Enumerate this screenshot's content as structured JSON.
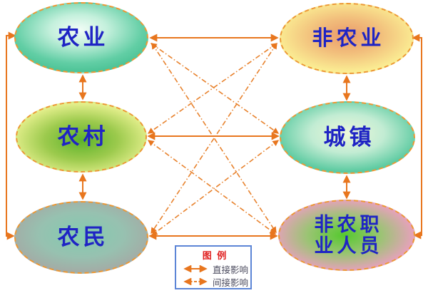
{
  "diagram": {
    "nodes": {
      "agriculture": {
        "label": "农业"
      },
      "non_agriculture": {
        "label": "非农业"
      },
      "rural": {
        "label": "农村"
      },
      "town": {
        "label": "城镇"
      },
      "farmers": {
        "label": "农民"
      },
      "non_farm_personnel": {
        "label_line1": "非农职",
        "label_line2": "业人员"
      }
    },
    "edges": {
      "direct": [
        [
          "agriculture",
          "non_agriculture"
        ],
        [
          "rural",
          "town"
        ],
        [
          "farmers",
          "non_farm_personnel"
        ],
        [
          "agriculture",
          "rural"
        ],
        [
          "rural",
          "farmers"
        ],
        [
          "non_agriculture",
          "town"
        ],
        [
          "town",
          "non_farm_personnel"
        ],
        [
          "agriculture",
          "farmers"
        ],
        [
          "non_agriculture",
          "non_farm_personnel"
        ]
      ],
      "indirect": [
        [
          "agriculture",
          "town"
        ],
        [
          "agriculture",
          "non_farm_personnel"
        ],
        [
          "non_agriculture",
          "rural"
        ],
        [
          "non_agriculture",
          "farmers"
        ],
        [
          "rural",
          "non_farm_personnel"
        ],
        [
          "town",
          "farmers"
        ]
      ]
    },
    "colors": {
      "arrow": "#e8761e",
      "node_border": "#ec9733",
      "label_text": "#1f24c4",
      "legend_border": "#5c85d6",
      "legend_title": "#e02020"
    }
  },
  "legend": {
    "title": "图 例",
    "items": [
      {
        "type": "direct",
        "label": "直接影响"
      },
      {
        "type": "indirect",
        "label": "间接影响"
      }
    ]
  }
}
